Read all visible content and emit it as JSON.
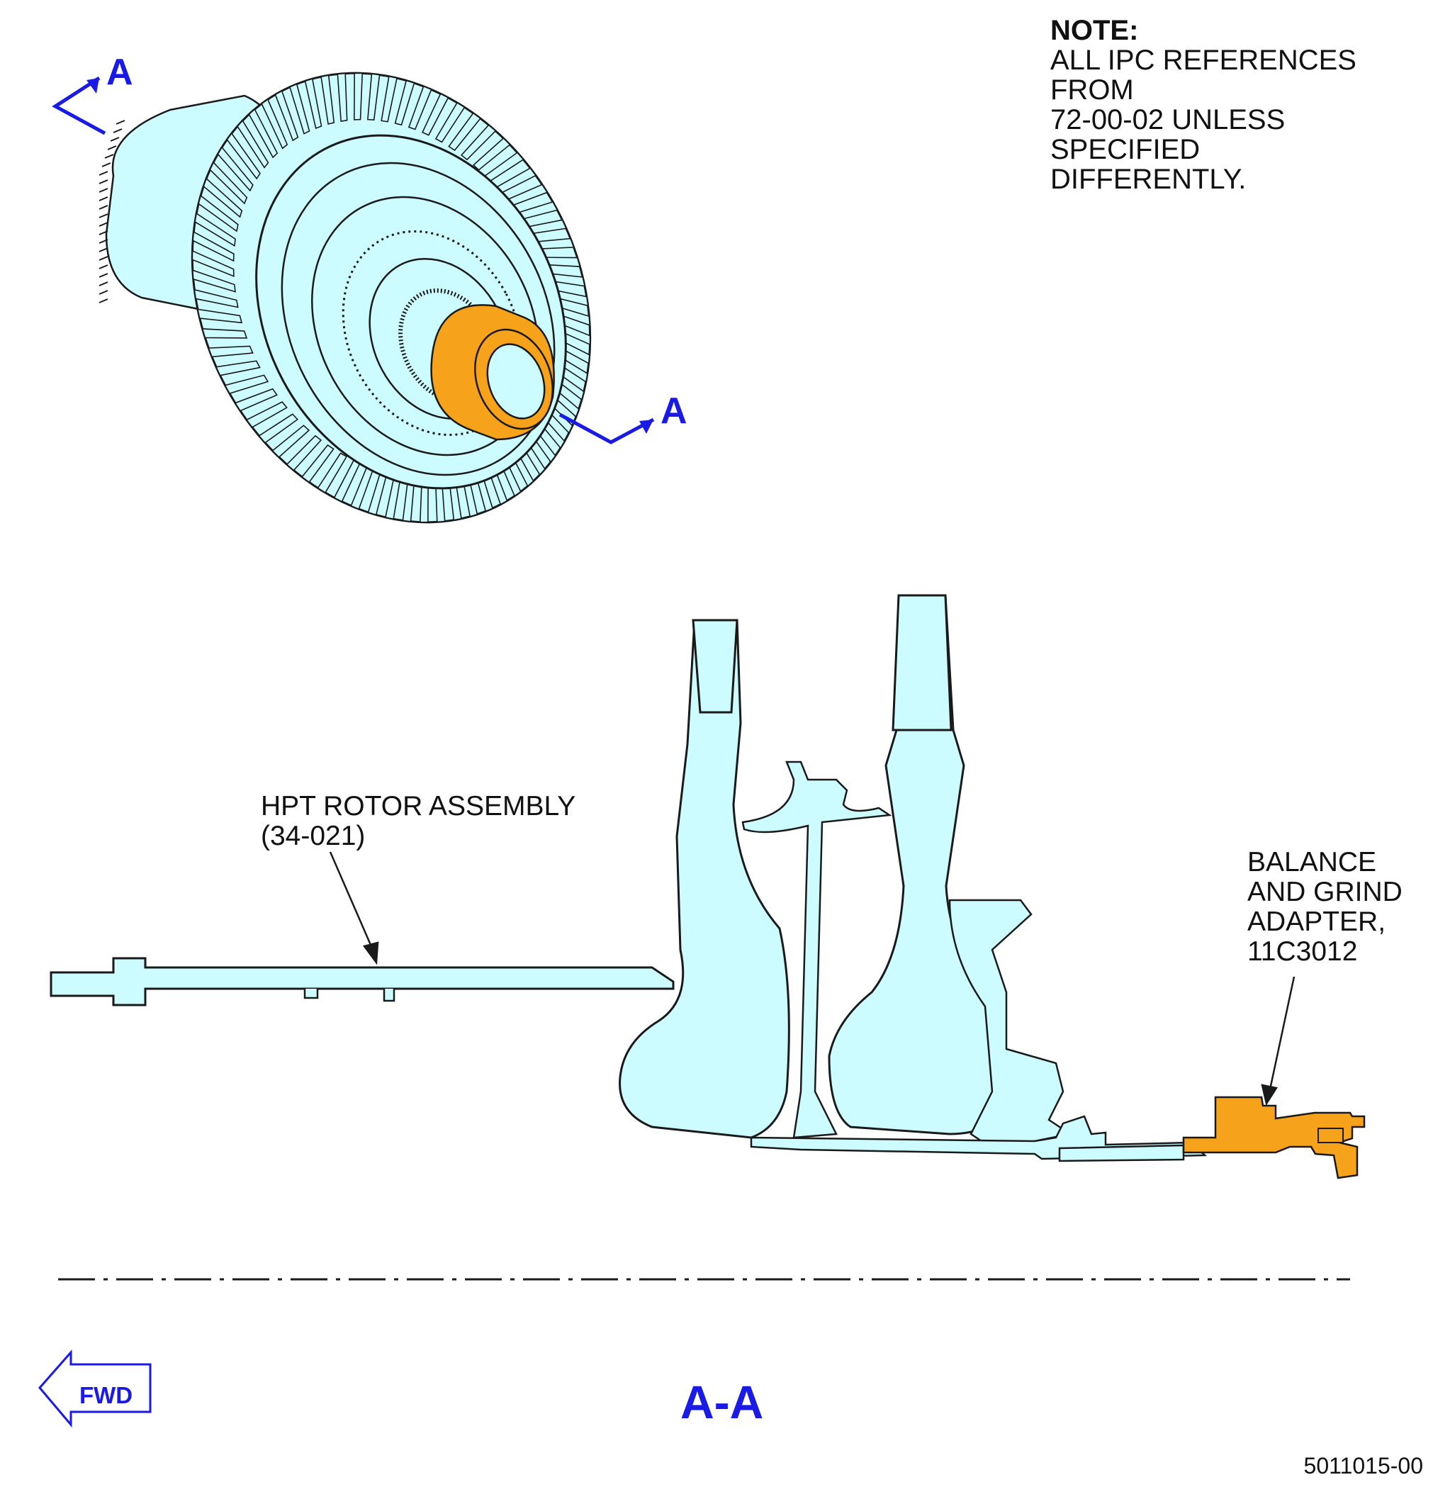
{
  "note": {
    "title": "NOTE:",
    "lines": [
      "ALL IPC REFERENCES FROM",
      "72-00-02 UNLESS SPECIFIED",
      "DIFFERENTLY."
    ]
  },
  "section_markers": {
    "top_left": "A",
    "bottom_right": "A"
  },
  "callouts": {
    "hpt_rotor": {
      "line1": "HPT ROTOR ASSEMBLY",
      "line2": "(34-021)"
    },
    "balance_adapter": {
      "line1": "BALANCE",
      "line2": "AND GRIND",
      "line3": "ADAPTER,",
      "line4": "11C3012"
    }
  },
  "section_title": "A-A",
  "fwd_label": "FWD",
  "figure_number": "5011015-00",
  "colors": {
    "part_fill": "#ccfcff",
    "highlight": "#f7a21b",
    "outline": "#1a1a1a",
    "marker_blue": "#1a1ae6"
  }
}
